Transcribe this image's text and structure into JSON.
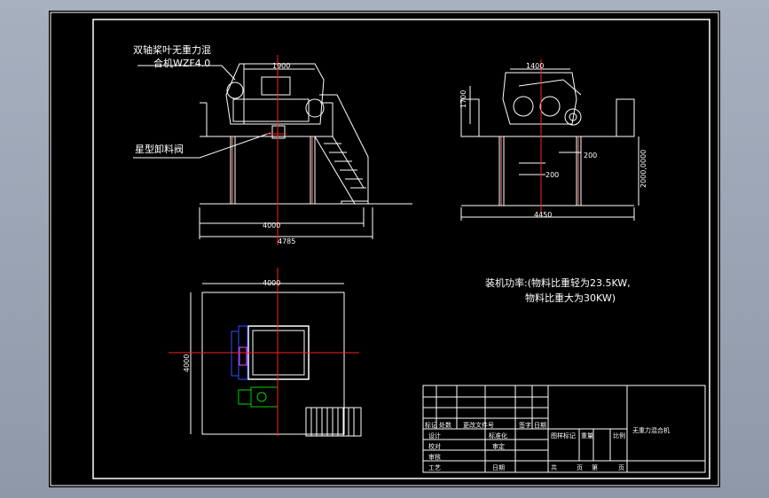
{
  "drawing": {
    "front_view": {
      "title_line1": "双轴桨叶无重力混",
      "title_line2": "合机WZF4.0",
      "valve_label": "星型卸料阀",
      "dim_top": "1900",
      "dim_inner": "4000",
      "dim_outer": "4785"
    },
    "side_view": {
      "dim_top": "1400",
      "dim_height": "1700",
      "dim_200a": "200",
      "dim_200b": "200",
      "dim_total_height": "2000,0000",
      "dim_width": "4450"
    },
    "plan_view": {
      "dim_width": "4000",
      "dim_height": "4000"
    },
    "power_note": {
      "line1": "装机功率:(物料比重轻为23.5KW,",
      "line2": "物料比重大为30KW)"
    },
    "title_block": {
      "drawing_name": "无重力混合机",
      "row_labels": [
        "标记",
        "处数",
        "更改文件号",
        "签字",
        "日期"
      ],
      "design": "设计",
      "standardize": "标准化",
      "check": "校对",
      "review": "审定",
      "audit": "审核",
      "process": "工艺",
      "date": "日期",
      "stage_mark": "图样标记",
      "weight": "重量",
      "scale": "比例",
      "sheet_total": "共",
      "sheet_unit": "页",
      "sheet_no": "第",
      "sheet_unit2": "页"
    }
  },
  "colors": {
    "line": "#ffffff",
    "center": "#ff2020",
    "green": "#00d000",
    "blue": "#3050ff",
    "magenta": "#ff40ff",
    "pink": "#ff8080"
  }
}
